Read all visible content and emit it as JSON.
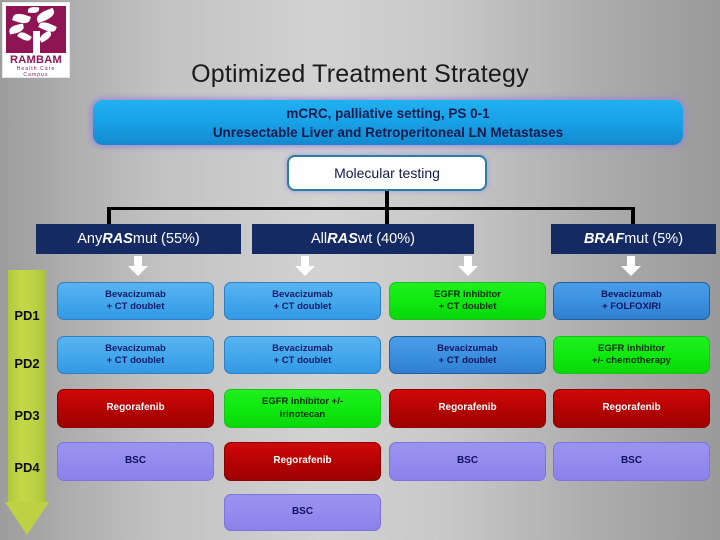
{
  "logo": {
    "wordmark": "RAMBAM",
    "tagline": "Health Care Campus"
  },
  "title": "Optimized Treatment Strategy",
  "banner": {
    "line1": "mCRC, palliative setting, PS 0-1",
    "line2": "Unresectable Liver and Retroperitoneal LN Metastases"
  },
  "molecular_testing": "Molecular testing",
  "group_headers": [
    {
      "prefix": "Any ",
      "gene": "RAS",
      "suffix": " mut (55%)"
    },
    {
      "prefix": "All ",
      "gene": "RAS",
      "suffix": " wt (40%)"
    },
    {
      "prefix": "",
      "gene": "BRAF",
      "suffix": " mut (5%)"
    }
  ],
  "progression_labels": [
    "PD1",
    "PD2",
    "PD3",
    "PD4"
  ],
  "treatments": {
    "r1c1": {
      "line1": "Bevacizumab",
      "line2": "+ CT doublet"
    },
    "r1c2": {
      "line1": "Bevacizumab",
      "line2": "+ CT doublet"
    },
    "r1c3": {
      "line1": "EGFR inhibitor",
      "line2": "+ CT doublet"
    },
    "r1c4": {
      "line1": "Bevacizumab",
      "line2": "+ FOLFOXIRI"
    },
    "r2c1": {
      "line1": "Bevacizumab",
      "line2": "+ CT doublet"
    },
    "r2c2": {
      "line1": "Bevacizumab",
      "line2": "+ CT doublet"
    },
    "r2c3": {
      "line1": "Bevacizumab",
      "line2": "+ CT doublet"
    },
    "r2c4": {
      "line1": "EGFR inhibitor",
      "line2": "+/- chemotherapy"
    },
    "r3c1": {
      "line1": "Regorafenib",
      "line2": ""
    },
    "r3c2": {
      "line1": "EGFR inhibitor +/-",
      "line2": "irinotecan"
    },
    "r3c3": {
      "line1": "Regorafenib",
      "line2": ""
    },
    "r3c4": {
      "line1": "Regorafenib",
      "line2": ""
    },
    "r4c1": {
      "line1": "BSC",
      "line2": ""
    },
    "r4c2": {
      "line1": "Regorafenib",
      "line2": ""
    },
    "r4c3": {
      "line1": "BSC",
      "line2": ""
    },
    "r4c4": {
      "line1": "BSC",
      "line2": ""
    },
    "r5c2": {
      "line1": "BSC",
      "line2": ""
    }
  },
  "colors": {
    "header_navy": "#152a63",
    "banner_blue": "#18a3e8",
    "treatment_blue": "#44a8ec",
    "treatment_green": "#0ee80e",
    "treatment_red": "#b80303",
    "treatment_purple": "#938aee",
    "pd_arrow_green": "#bdd243",
    "logo_magenta": "#8e1453"
  }
}
